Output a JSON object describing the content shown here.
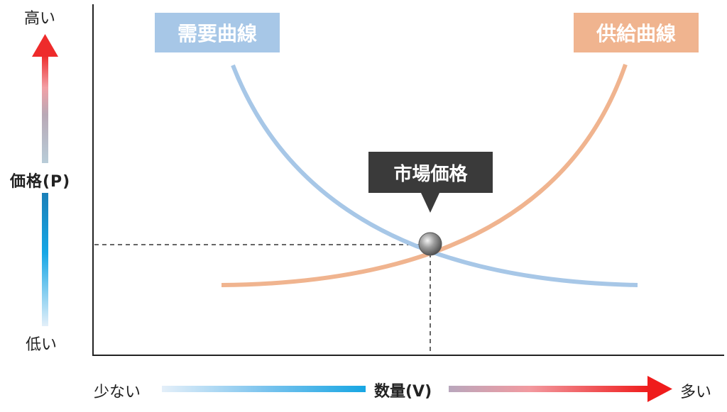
{
  "y_axis": {
    "high_label": "高い",
    "low_label": "低い",
    "title": "価格(P)"
  },
  "x_axis": {
    "few_label": "少ない",
    "many_label": "多い",
    "title": "数量(V)"
  },
  "curves": {
    "demand_label": "需要曲線",
    "supply_label": "供給曲線",
    "demand_color": "#a7c7e7",
    "supply_color": "#f0b48f"
  },
  "equilibrium": {
    "label": "市場価格"
  }
}
